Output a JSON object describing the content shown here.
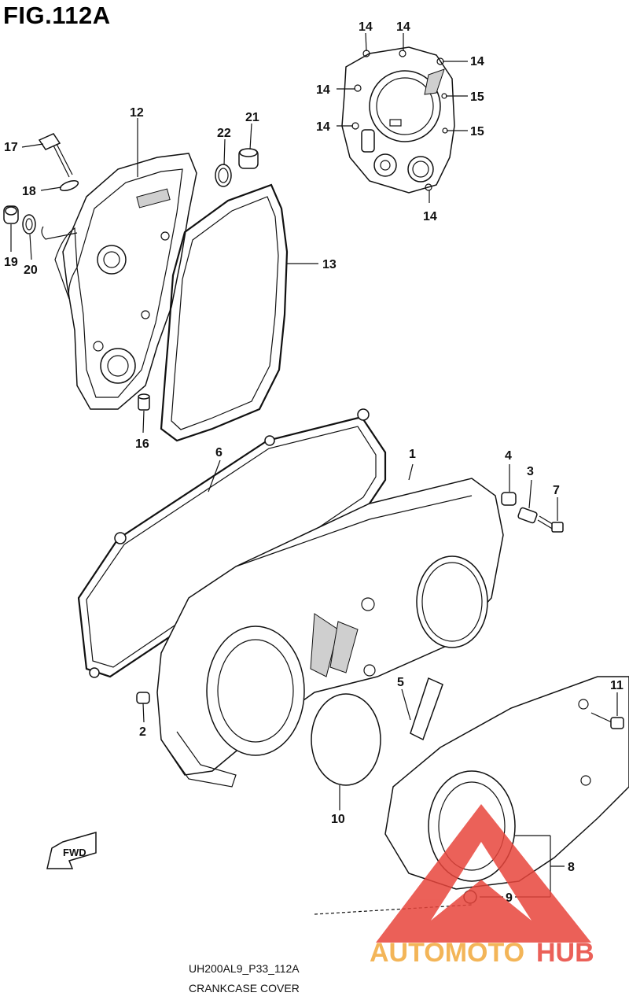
{
  "figure": {
    "title": "FIG.112A",
    "code": "UH200AL9_P33_112A",
    "name": "CRANKCASE COVER",
    "direction_label": "FWD"
  },
  "callouts": [
    "1",
    "2",
    "3",
    "4",
    "5",
    "6",
    "7",
    "8",
    "9",
    "10",
    "11",
    "12",
    "13",
    "14",
    "14",
    "14",
    "14",
    "14",
    "14",
    "15",
    "15",
    "16",
    "17",
    "18",
    "19",
    "20",
    "21",
    "22"
  ],
  "watermark": {
    "left": "AUTOMOTO",
    "right": "HUB",
    "color_primary": "#e8453c",
    "color_secondary": "#f2a93b"
  }
}
